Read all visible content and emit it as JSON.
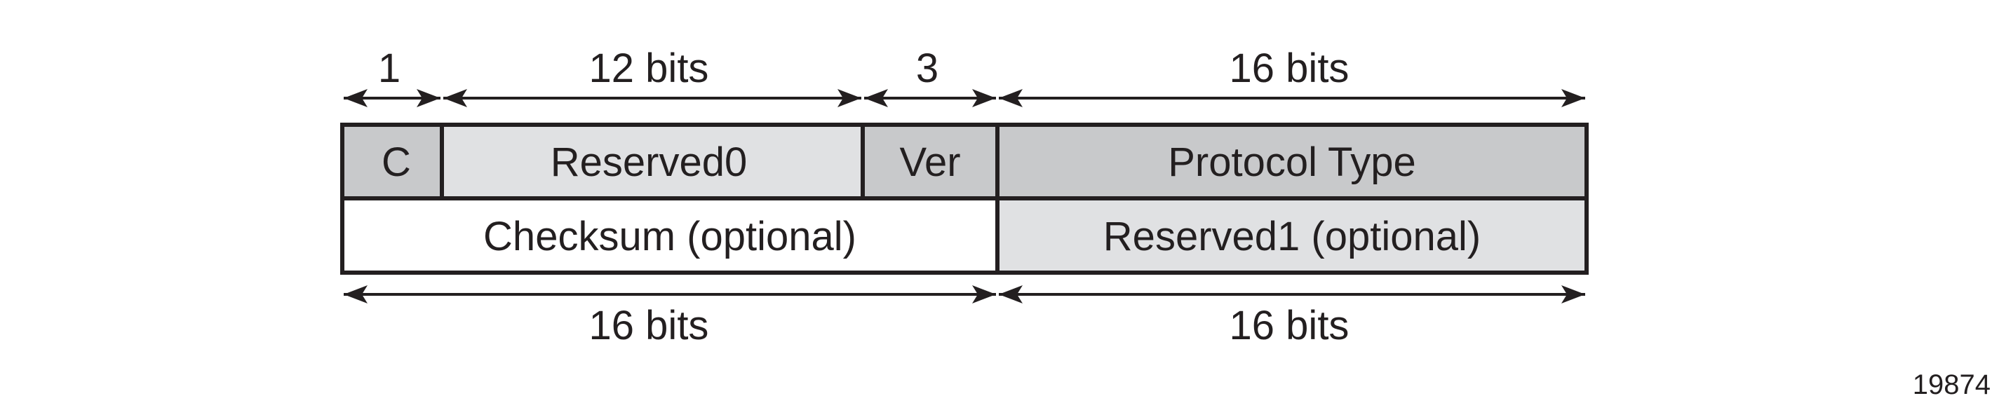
{
  "colors": {
    "dark_field": "#c8c9cb",
    "light_field": "#e0e1e3",
    "white_field": "#ffffff",
    "line": "#231f20"
  },
  "top_dimensions": [
    "1",
    "12 bits",
    "3",
    "16 bits"
  ],
  "bottom_dimensions": [
    "16 bits",
    "16 bits"
  ],
  "row1": [
    {
      "label": "C",
      "shade": "dark",
      "bits": 1
    },
    {
      "label": "Reserved0",
      "shade": "light",
      "bits": 12
    },
    {
      "label": "Ver",
      "shade": "dark",
      "bits": 3
    },
    {
      "label": "Protocol Type",
      "shade": "dark",
      "bits": 16
    }
  ],
  "row2": [
    {
      "label": "Checksum (optional)",
      "shade": "white",
      "bits": 16
    },
    {
      "label": "Reserved1 (optional)",
      "shade": "light",
      "bits": 16
    }
  ],
  "figure_id": "19874"
}
